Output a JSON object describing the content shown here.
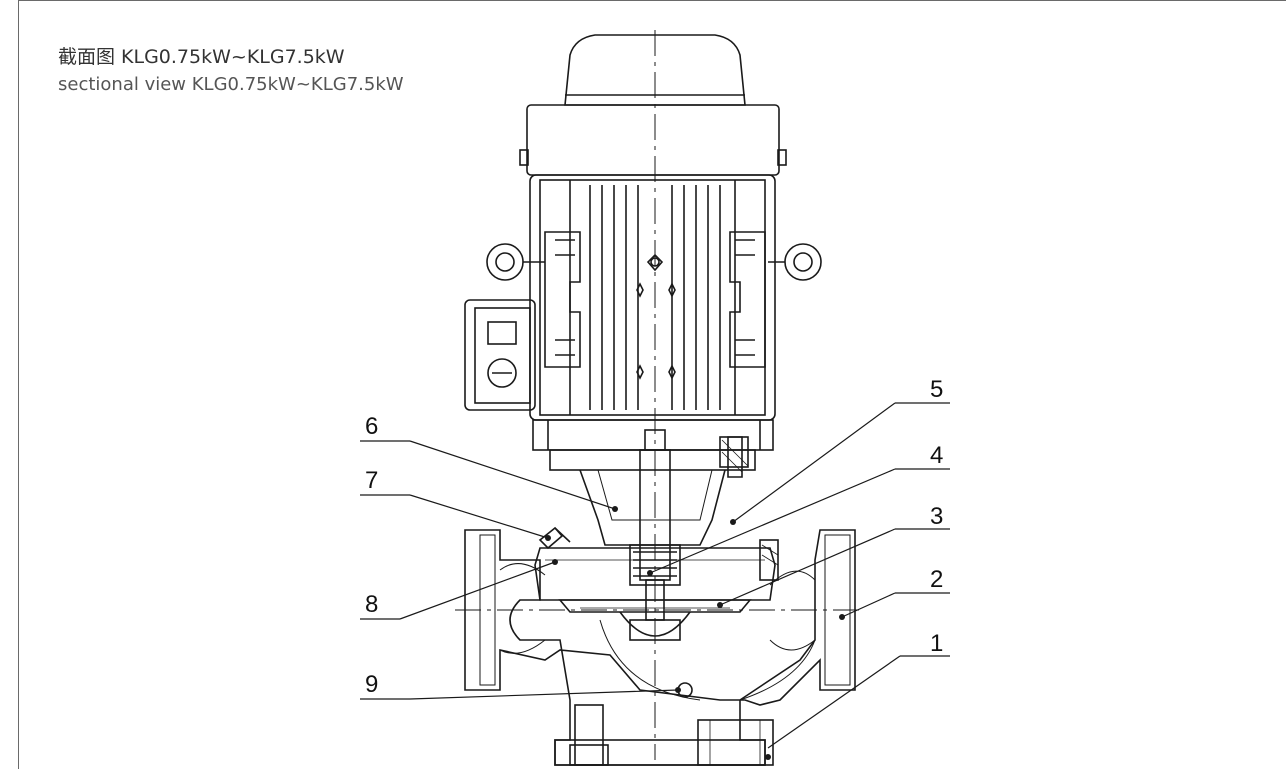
{
  "title_cn": "截面图 KLG0.75kW~KLG7.5kW",
  "title_en": "sectional view KLG0.75kW~KLG7.5kW",
  "callouts": {
    "c1": "1",
    "c2": "2",
    "c3": "3",
    "c4": "4",
    "c5": "5",
    "c6": "6",
    "c7": "7",
    "c8": "8",
    "c9": "9"
  }
}
